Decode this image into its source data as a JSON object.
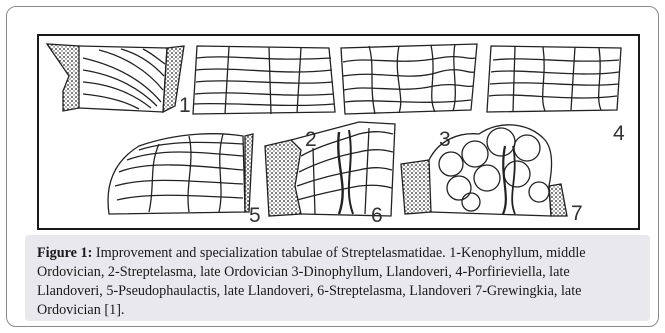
{
  "figure": {
    "caption_label": "Figure 1:",
    "caption_text": " Improvement and specialization tabulae of Streptelasmatidae. 1-Kenophyllum, middle Ordovician, 2-Streptelasma, late Ordovician 3-Dinophyllum, Llandoveri, 4-Porfirieviella, late Llandoveri, 5-Pseudophaulactis, late Llandoveri, 6-Streptelasma, Llandoveri 7-Grewingkia, late Ordovician [1].",
    "panel_numbers": [
      "1",
      "2",
      "3",
      "4",
      "5",
      "6",
      "7"
    ]
  }
}
